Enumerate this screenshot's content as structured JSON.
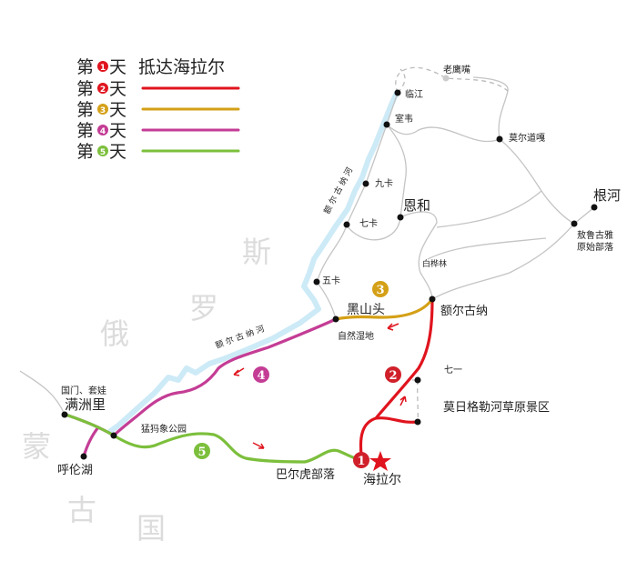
{
  "legend": {
    "items": [
      {
        "prefix": "第",
        "num": "1",
        "suffix": "天",
        "desc": "抵达海拉尔",
        "color": "#e0141e"
      },
      {
        "prefix": "第",
        "num": "2",
        "suffix": "天",
        "color": "#e0141e"
      },
      {
        "prefix": "第",
        "num": "3",
        "suffix": "天",
        "color": "#d4a017"
      },
      {
        "prefix": "第",
        "num": "4",
        "suffix": "天",
        "color": "#c43d95"
      },
      {
        "prefix": "第",
        "num": "5",
        "suffix": "天",
        "color": "#7cbf3c"
      }
    ]
  },
  "background_text": {
    "si": "斯",
    "luo": "罗",
    "e": "俄",
    "meng": "蒙",
    "gu": "古",
    "guo": "国"
  },
  "river": {
    "label_north": "额 尔 古 纳 河",
    "label_south": "额 尔 古 纳 河",
    "color": "#cdeaf7"
  },
  "places": {
    "laoyingzui": "老鹰嘴",
    "linjiang": "临江",
    "shiwei": "室韦",
    "moerdaoga": "莫尔道嘎",
    "jiuka": "九卡",
    "enhe": "恩和",
    "qika": "七卡",
    "genhe": "根河",
    "aolugu_1": "敖鲁古雅",
    "aolugu_2": "原始部落",
    "baihualin": "白桦林",
    "wuka": "五卡",
    "heishantou": "黑山头",
    "erguna": "额尔古纳",
    "ziran": "自然湿地",
    "qiyi": "七一",
    "morigele": "莫日格勒河草原景区",
    "guomen": "国门、套娃",
    "manzhouli": "满洲里",
    "mengma": "猛犸象公园",
    "hulunhu": "呼伦湖",
    "baerhu": "巴尔虎部落",
    "hailaer": "海拉尔"
  },
  "day_markers": {
    "d1": "1",
    "d2": "2",
    "d3": "3",
    "d4": "4",
    "d5": "5"
  }
}
